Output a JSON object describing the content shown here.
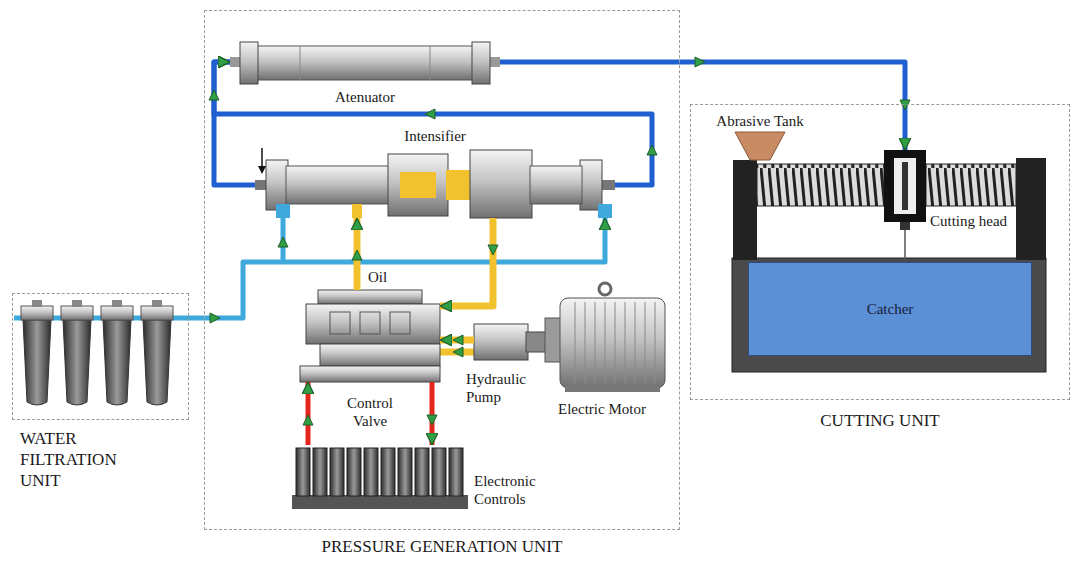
{
  "diagram": {
    "nodes": [
      {
        "text": [
          "PRESSURE GENERATION UNIT"
        ]
      },
      {
        "text": [
          "Atenuator"
        ],
        "in": 0
      },
      {
        "text": [
          "Intensifier"
        ],
        "in": 0
      },
      {
        "text": [
          "Control Valve"
        ],
        "in": 0
      },
      {
        "text": [
          "Hydraulic Pump"
        ],
        "in": 0
      },
      {
        "text": [
          "Electric Motor"
        ],
        "in": 0
      },
      {
        "text": [
          "Electronic Controls"
        ],
        "in": 0
      },
      {
        "text": [
          "WATER FILTRATION UNIT"
        ]
      },
      {
        "text": [
          "CUTTING UNIT"
        ]
      },
      {
        "text": [
          "Abrasive Tank"
        ],
        "in": 8
      },
      {
        "text": [
          "Cutting head"
        ],
        "in": 8
      },
      {
        "text": [
          "Catcher"
        ],
        "in": 8
      }
    ],
    "edges": [
      {
        "from": 7,
        "to": 2,
        "arrow": "to"
      },
      {
        "from": 2,
        "to": 1,
        "arrow": "to"
      },
      {
        "from": 2,
        "to": 1,
        "arrow": "to"
      },
      {
        "from": 1,
        "to": 10,
        "arrow": "to"
      },
      {
        "from": 3,
        "to": 2,
        "arrow": "to"
      },
      {
        "from": 2,
        "to": 3,
        "arrow": "to"
      },
      {
        "from": 4,
        "to": 3,
        "arrow": "to"
      },
      {
        "from": 6,
        "to": 3,
        "arrow": "to"
      },
      {
        "from": 3,
        "to": 6,
        "arrow": "to"
      }
    ],
    "labels": [
      "Oil"
    ]
  }
}
